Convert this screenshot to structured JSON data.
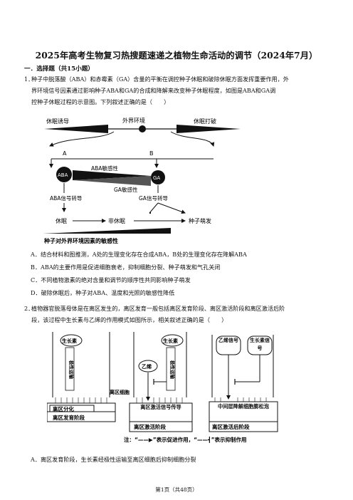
{
  "document": {
    "title": "2025年高考生物复习热搜题速递之植物生命活动的调节（2024年7月）",
    "section": "一．选择题（共15小题）"
  },
  "question1": {
    "number": "1．",
    "line1": "种子中脱落酸（ABA）和赤霉素（GA）含量的平衡在调控种子休眠和破除休眠方面发挥重要作用，外",
    "line2": "界环境信号因素通过影响种子ABA和GA的合成和降解来改变种子休眠程度，如图是ABA和GA调",
    "line3": "控种子休眠过程的示意图。下列叙述正确的是（　　）",
    "figure": {
      "top_left": "休眠诱导",
      "top_center": "外界环境",
      "top_right": "休眠打破",
      "point_a": "A",
      "point_b": "B",
      "aba": "ABA",
      "ga": "GA",
      "aba_sensitivity": "ABA敏感性",
      "ga_sensitivity": "GA敏感性",
      "aba_signal": "ABA信号转导",
      "ga_signal": "GA信号转导",
      "dormancy": "休眠",
      "non_dormancy": "非休眠",
      "germination": "种子萌发",
      "sensitivity_caption": "种子对外界环境因素的敏感性"
    },
    "options": {
      "A": "A．结合材料和图推测，A处的生理变化存在合成ABA，B处的生理变化存在降解ABA",
      "B": "B．ABA的主要作用是促进细胞衰老，抑制细胞分裂、种子萌发和气孔关闭",
      "C": "C．不同植物激素的绝对含量和调节的顺序性共同影响种子萌发",
      "D": "D．破除休眠后，种子对ABA、温度和光照的敏感性降低"
    }
  },
  "question2": {
    "number": "2．",
    "line1": "植物器官脱落母体是在离区发生的，离区发育一般包括离区发育阶段、离区激活阶段和离区激活后阶",
    "line2": "段，该过程中生长素与乙烯的作用模式如图所示，相关叙述正确的是（　　）",
    "figure": {
      "auxin": "生长素",
      "polar_transport": "极性运输",
      "ethylene": "乙烯",
      "abscission_cell": "离区细胞",
      "panel1_box": "离区分化",
      "panel1_stage": "离区发育阶段",
      "panel2_box": "离区激活信号传导",
      "panel2_stage": "离区激活阶段",
      "panel3_box": "中间层降解细胞膨松泡",
      "panel3_stage": "离区激活后阶段",
      "ethylene_signal": "乙烯信号",
      "auxin_signal": "生长素信号",
      "note": "注：“——▶”表示促进作用，“——┫”表示抑制作用"
    },
    "options": {
      "A": "A．离区发育阶段，生长素经极性运输至离区细胞后抑制细胞分裂"
    }
  },
  "footer": "第1页（共48页）"
}
